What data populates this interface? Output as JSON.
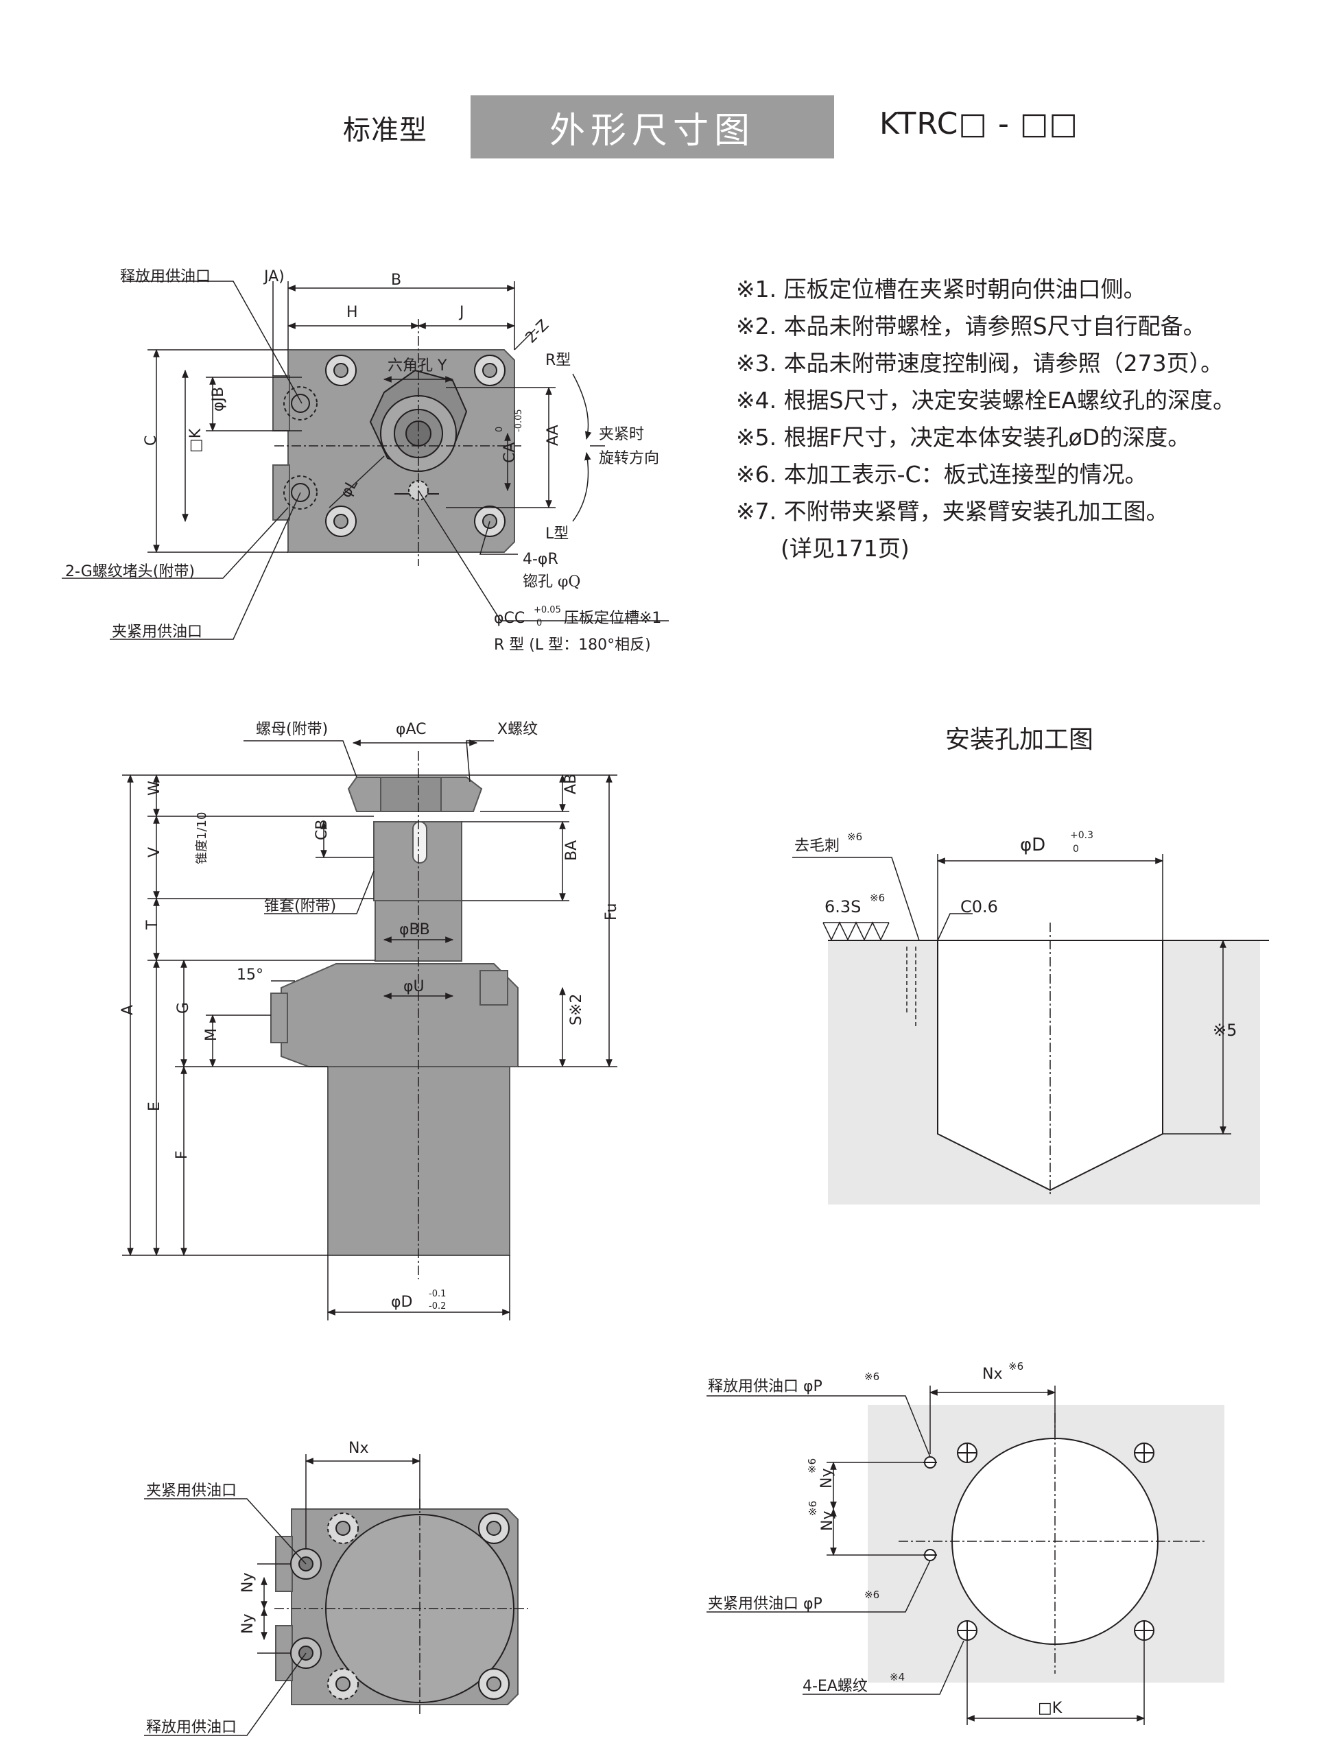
{
  "header": {
    "left_label": "标准型",
    "title": "外形尺寸图",
    "model": "KTRC□ - □□"
  },
  "notes": [
    "※1. 压板定位槽在夹紧时朝向供油口侧。",
    "※2. 本品未附带螺栓，请参照S尺寸自行配备。",
    "※3. 本品未附带速度控制阀，请参照（273页）。",
    "※4. 根据S尺寸，决定安装螺栓EA螺纹孔的深度。",
    "※5. 根据F尺寸，决定本体安装孔øD的深度。",
    "※6. 本加工表示-C：板式连接型的情况。",
    "※7. 不附带夹紧臂，夹紧臂安装孔加工图。"
  ],
  "notes_continuation": "(详见171页)",
  "top_view": {
    "release_port": "释放用供油口",
    "ja": "JA)",
    "b": "B",
    "h": "H",
    "j": "J",
    "chamfer": "2-Z",
    "hex_hole": "六角孔 Y",
    "r_type": "R型",
    "l_type": "L型",
    "jb": "φJB",
    "k": "□K",
    "c": "C",
    "ca": "CA",
    "ca_tol_upper": "0",
    "ca_tol_lower": "-0.05",
    "aa": "AA",
    "rotation1": "夹紧时",
    "rotation2": "旋转方向",
    "l_dia": "φL",
    "holes": "4-φR",
    "counterbore": "锪孔 φQ",
    "plug": "2-G螺纹堵头(附带)",
    "clamp_port": "夹紧用供油口",
    "cc_main": "φCC",
    "cc_tol_upper": "+0.05",
    "cc_tol_lower": "0",
    "cc_desc": "压板定位槽※1",
    "cc_note": "R 型 (L 型：180°相反)"
  },
  "side_view": {
    "nut": "螺母(附带)",
    "ac": "φAC",
    "thread": "X螺纹",
    "w": "W",
    "ab": "AB",
    "cb": "CB",
    "v": "V",
    "taper": "锥度1/10",
    "ba": "BA",
    "t": "T",
    "sleeve": "锥套(附带)",
    "bb": "φBB",
    "fu": "Fu",
    "a": "A",
    "angle": "15°",
    "u": "φU",
    "g": "G",
    "m": "M",
    "s": "S※2",
    "e": "E",
    "f": "F",
    "d_main": "φD",
    "d_tol_upper": "-0.1",
    "d_tol_lower": "-0.2"
  },
  "bottom_view": {
    "nx": "Nx",
    "clamp_port": "夹紧用供油口",
    "ny1": "Ny",
    "ny2": "Ny",
    "release_port": "释放用供油口"
  },
  "hole_drawing": {
    "title": "安装孔加工图",
    "deburr": "去毛刺",
    "deburr_note": "※6",
    "d_main": "φD",
    "d_tol_upper": "+0.3",
    "d_tol_lower": "0",
    "roughness": "6.3S",
    "roughness_note": "※6",
    "chamfer": "C0.6",
    "depth": "※5"
  },
  "port_layout": {
    "release_port": "释放用供油口 φP",
    "release_note": "※6",
    "nx": "Nx",
    "nx_note": "※6",
    "ny1": "Ny",
    "ny1_note": "※6",
    "ny2": "Ny",
    "ny2_note": "※6",
    "clamp_port": "夹紧用供油口 φP",
    "clamp_note": "※6",
    "ea": "4-EA螺纹",
    "ea_note": "※4",
    "k": "□K"
  }
}
